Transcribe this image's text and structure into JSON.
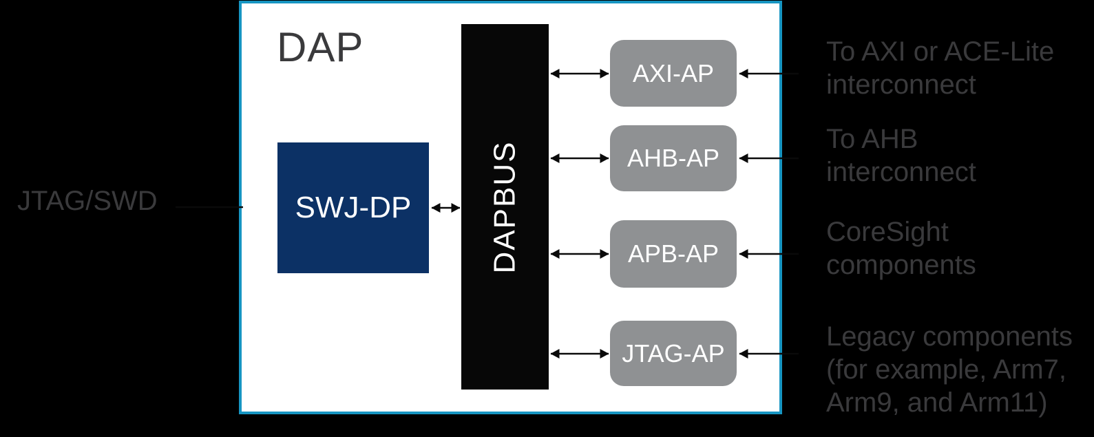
{
  "diagram": {
    "title": "DAP",
    "external_input": "JTAG/SWD",
    "dp_block": "SWJ-DP",
    "bus_block": "DAPBUS",
    "ap_blocks": [
      {
        "label": "AXI-AP",
        "annotation_lines": [
          "To AXI or ACE-Lite",
          "interconnect"
        ]
      },
      {
        "label": "AHB-AP",
        "annotation_lines": [
          "To AHB",
          "interconnect"
        ]
      },
      {
        "label": "APB-AP",
        "annotation_lines": [
          "CoreSight",
          "components"
        ]
      },
      {
        "label": "JTAG-AP",
        "annotation_lines": [
          "Legacy components",
          "(for example, Arm7,",
          "Arm9, and Arm11)"
        ]
      }
    ],
    "colors": {
      "panel_border": "#1795c2",
      "panel_bg": "#ffffff",
      "canvas_bg": "#000000",
      "dp_fill": "#0c3165",
      "bus_fill": "#070707",
      "ap_fill": "#8f9193",
      "dark_text": "#3a3a3c",
      "light_text": "#ffffff",
      "arrow": "#0a0a0a"
    }
  }
}
